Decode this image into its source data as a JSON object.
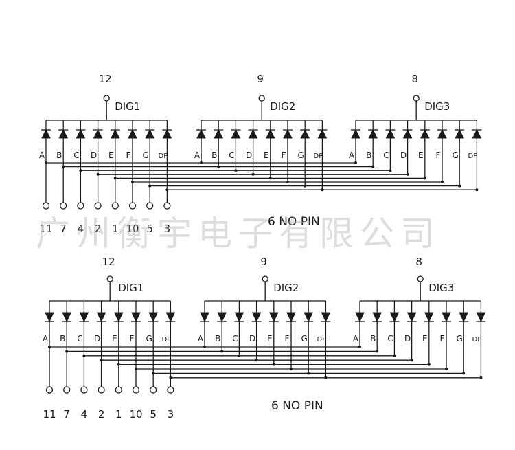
{
  "watermark": "广州衡宇电子有限公司",
  "diagrams": [
    {
      "id": "common-anode",
      "orientation": "anode",
      "no_pin_label": "6 NO PIN",
      "digits": [
        {
          "name": "DIG1",
          "pin": "12"
        },
        {
          "name": "DIG2",
          "pin": "9"
        },
        {
          "name": "DIG3",
          "pin": "8"
        }
      ],
      "segments": [
        "A",
        "B",
        "C",
        "D",
        "E",
        "F",
        "G",
        "DP"
      ],
      "segment_pins": [
        "11",
        "7",
        "4",
        "2",
        "1",
        "10",
        "5",
        "3"
      ]
    },
    {
      "id": "common-cathode",
      "orientation": "cathode",
      "no_pin_label": "6 NO PIN",
      "digits": [
        {
          "name": "DIG1",
          "pin": "12"
        },
        {
          "name": "DIG2",
          "pin": "9"
        },
        {
          "name": "DIG3",
          "pin": "8"
        }
      ],
      "segments": [
        "A",
        "B",
        "C",
        "D",
        "E",
        "F",
        "G",
        "DP"
      ],
      "segment_pins": [
        "11",
        "7",
        "4",
        "2",
        "1",
        "10",
        "5",
        "3"
      ]
    }
  ]
}
